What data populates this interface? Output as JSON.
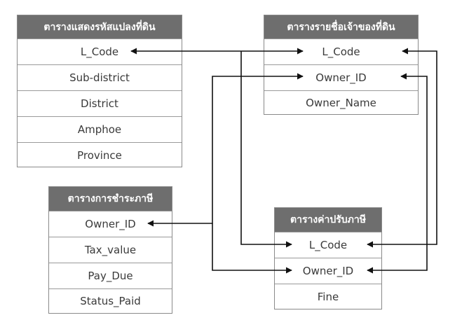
{
  "tables": {
    "land_code": {
      "title": "ตารางแสดงรหัสแปลงที่ดิน",
      "fields": [
        "L_Code",
        "Sub-district",
        "District",
        "Amphoe",
        "Province"
      ]
    },
    "owner": {
      "title": "ตารางรายชื่อเจ้าของที่ดิน",
      "fields": [
        "L_Code",
        "Owner_ID",
        "Owner_Name"
      ]
    },
    "tax_payment": {
      "title": "ตารางการชำระภาษี",
      "fields": [
        "Owner_ID",
        "Tax_value",
        "Pay_Due",
        "Status_Paid"
      ]
    },
    "tax_fine": {
      "title": "ตารางค่าปรับภาษี",
      "fields": [
        "L_Code",
        "Owner_ID",
        "Fine"
      ]
    }
  },
  "colors": {
    "header_bg": "#6e6e6e",
    "border": "#8a8a8a",
    "line": "#111111"
  }
}
